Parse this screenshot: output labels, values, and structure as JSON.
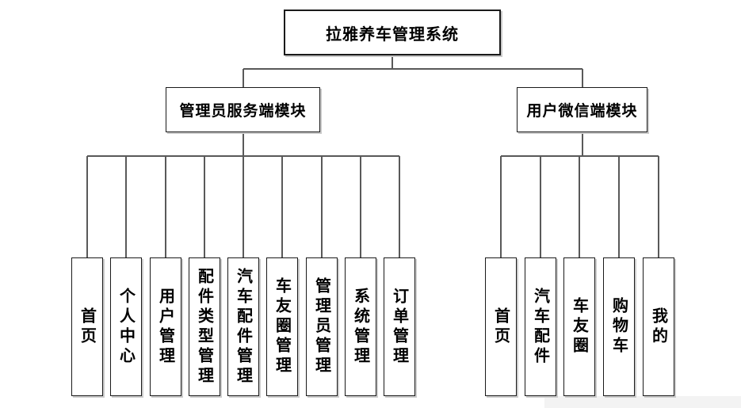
{
  "diagram": {
    "root": {
      "label": "拉雅养车管理系统"
    },
    "branches": [
      {
        "label": "管理员服务端模块",
        "children": [
          "首页",
          "个人中心",
          "用户管理",
          "配件类型管理",
          "汽车配件管理",
          "车友圈管理",
          "管理员管理",
          "系统管理",
          "订单管理"
        ]
      },
      {
        "label": "用户微信端模块",
        "children": [
          "首页",
          "汽车配件",
          "车友圈",
          "购物车",
          "我的"
        ]
      }
    ],
    "colors": {
      "background": "#ffffff",
      "box_border": "#1a1a1a",
      "connector_line": "#595959",
      "text": "#000000",
      "box_shadow": "#c9c9c9"
    }
  }
}
